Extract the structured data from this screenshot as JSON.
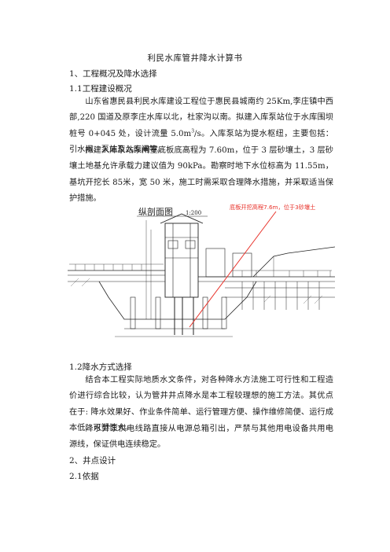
{
  "doc": {
    "title": "利民水库管井降水计算书",
    "s1": "1、工程概况及降水选择",
    "s1_1": "1.1工程建设概况",
    "p1_1": "山东省惠民县利民水库建设工程位于惠民县城南约 25Km,李庄镇中西部,220 国道及原李庄水库以北，杜家沟以南。拟建入库泵站位于水库围坝桩号 0+045 处，设计流量 5.0m",
    "p1_2": "/s。入库泵站为提水枢纽，主要包括：引水闸、泵站及入库闸等。",
    "p2": "拟建入库泵站泵闸室底板底高程为 7.60m，位于 3 层砂壤土，3 层砂壤土地基允许承载力建议值为 90kPa。勘察时地下水位标高为 11.55m，基坑开挖长 85米，宽 50 米，施工时需采取合理降水措施，并采取适当保护措施。",
    "unit_sup": "3",
    "s1_2": "1.2降水方式选择",
    "p3": "结合本工程实际地质水文条件，对各种降水方法施工可行性和工程造价进行综合比较，认为管井井点降水是本工程较理想的施工方法。其优点在于: 降水效果好、作业条件简单、运行管理方便、操作维修简便、运行成本低、可塑性大。",
    "p4": "降水井泵供电线路直接从电源总箱引出，严禁与其他用电设备共用电源线，保证供电连续稳定。",
    "s2": "2、井点设计",
    "s2_1": "2.1依据"
  },
  "figure": {
    "caption": "纵剖面图",
    "scale": "1:200",
    "annotation": "底板开挖高程7.6m，位于3砂壤土",
    "annotation_color": "#e8322a",
    "line_color": "#222222"
  }
}
